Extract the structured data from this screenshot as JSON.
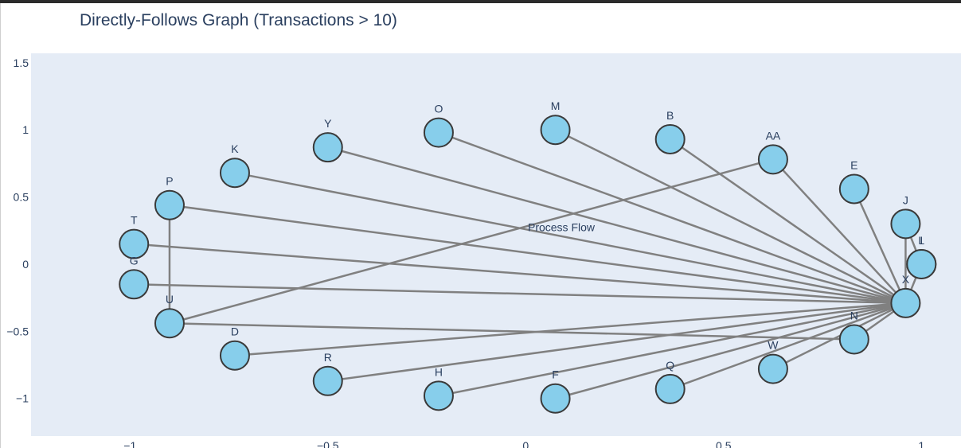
{
  "chart_data": {
    "type": "network",
    "title": "Directly-Follows Graph (Transactions > 10)",
    "annotation": "Process Flow",
    "xlim": [
      -1.25,
      1.1
    ],
    "ylim": [
      -1.28,
      1.57
    ],
    "x_ticks": [
      {
        "value": -1,
        "label": "−1"
      },
      {
        "value": -0.5,
        "label": "−0.5"
      },
      {
        "value": 0,
        "label": "0"
      },
      {
        "value": 0.5,
        "label": "0.5"
      },
      {
        "value": 1,
        "label": "1"
      }
    ],
    "y_ticks": [
      {
        "value": -1,
        "label": "−1"
      },
      {
        "value": -0.5,
        "label": "−0.5"
      },
      {
        "value": 0,
        "label": "0"
      },
      {
        "value": 0.5,
        "label": "0.5"
      },
      {
        "value": 1,
        "label": "1"
      },
      {
        "value": 1.5,
        "label": "1.5"
      }
    ],
    "grid": false,
    "node_color": "#87ceeb",
    "node_outline_color": "#3a3a3a",
    "edge_color": "#808080",
    "plot_background": "#e5ecf6",
    "nodes": [
      {
        "label": "O",
        "x": -0.22,
        "y": 0.98
      },
      {
        "label": "M",
        "x": 0.075,
        "y": 1.0
      },
      {
        "label": "B",
        "x": 0.365,
        "y": 0.93
      },
      {
        "label": "AA",
        "x": 0.625,
        "y": 0.78
      },
      {
        "label": "E",
        "x": 0.83,
        "y": 0.56
      },
      {
        "label": "J",
        "x": 0.96,
        "y": 0.3
      },
      {
        "label": "L",
        "x": 1.0,
        "y": 0.0
      },
      {
        "label": "I",
        "x": 1.0,
        "y": 0.0
      },
      {
        "label": "X",
        "x": 0.96,
        "y": -0.29
      },
      {
        "label": "N",
        "x": 0.83,
        "y": -0.56
      },
      {
        "label": "W",
        "x": 0.625,
        "y": -0.78
      },
      {
        "label": "Q",
        "x": 0.365,
        "y": -0.93
      },
      {
        "label": "F",
        "x": 0.075,
        "y": -1.0
      },
      {
        "label": "H",
        "x": -0.22,
        "y": -0.98
      },
      {
        "label": "R",
        "x": -0.5,
        "y": -0.87
      },
      {
        "label": "D",
        "x": -0.735,
        "y": -0.68
      },
      {
        "label": "U",
        "x": -0.9,
        "y": -0.44
      },
      {
        "label": "G",
        "x": -0.99,
        "y": -0.15
      },
      {
        "label": "T",
        "x": -0.99,
        "y": 0.15
      },
      {
        "label": "P",
        "x": -0.9,
        "y": 0.44
      },
      {
        "label": "K",
        "x": -0.735,
        "y": 0.68
      },
      {
        "label": "Y",
        "x": -0.5,
        "y": 0.87
      }
    ],
    "edges": [
      [
        "O",
        "X"
      ],
      [
        "M",
        "X"
      ],
      [
        "B",
        "X"
      ],
      [
        "AA",
        "X"
      ],
      [
        "E",
        "X"
      ],
      [
        "J",
        "X"
      ],
      [
        "L",
        "X"
      ],
      [
        "Y",
        "X"
      ],
      [
        "K",
        "X"
      ],
      [
        "P",
        "X"
      ],
      [
        "T",
        "X"
      ],
      [
        "G",
        "X"
      ],
      [
        "D",
        "X"
      ],
      [
        "R",
        "X"
      ],
      [
        "H",
        "X"
      ],
      [
        "F",
        "X"
      ],
      [
        "Q",
        "X"
      ],
      [
        "W",
        "X"
      ],
      [
        "N",
        "X"
      ],
      [
        "U",
        "N"
      ],
      [
        "U",
        "AA"
      ],
      [
        "P",
        "U"
      ],
      [
        "J",
        "L"
      ]
    ]
  }
}
